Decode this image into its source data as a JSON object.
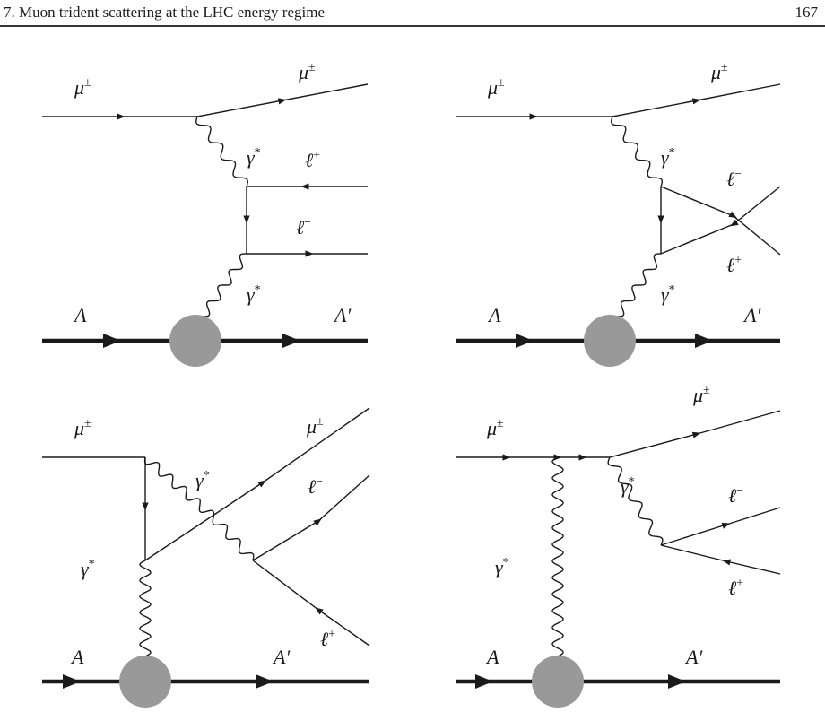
{
  "header": {
    "chapter_title": "7. Muon trident scattering at the LHC energy regime",
    "page_number": "167"
  },
  "labels": {
    "muon_base": "μ",
    "muon_sup": "±",
    "photon_base": "γ",
    "photon_sup": "*",
    "lepton_base": "ℓ",
    "lplus_sup": "+",
    "lminus_sup": "−",
    "nucleus_in": "A",
    "nucleus_out": "A′"
  }
}
